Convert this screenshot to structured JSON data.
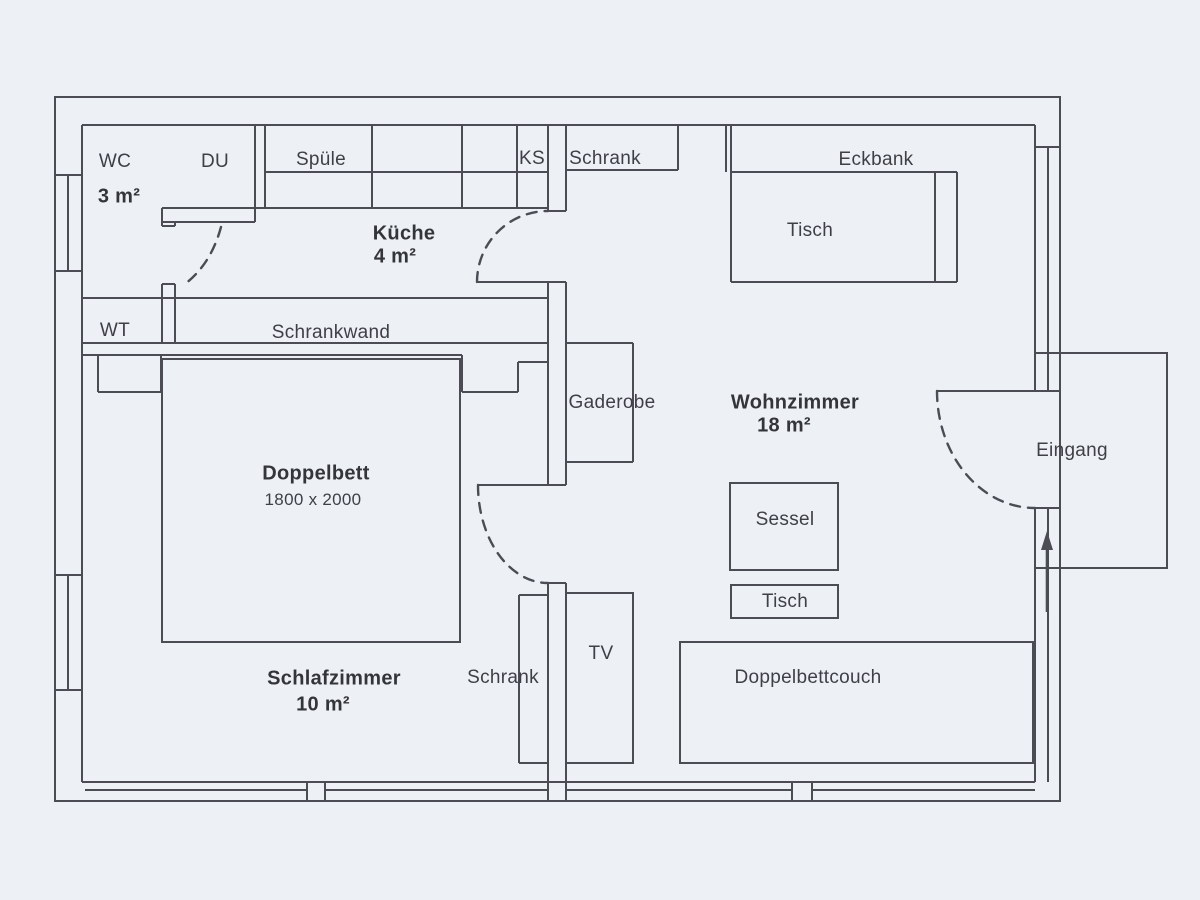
{
  "document": {
    "kind": "apartment-floor-plan"
  },
  "colors": {
    "paper": "#edf1f6",
    "canvas": "#f2f4f8",
    "line": "#4b4c54",
    "text": "#3f4047",
    "text-bold": "#34353b"
  },
  "rooms": {
    "bad": {
      "label": "WC",
      "area": "3 m²",
      "fixtures": {
        "shower": "DU",
        "washbasin": "WT"
      }
    },
    "kueche": {
      "label": "Küche",
      "area": "4 m²",
      "fixtures": {
        "sink": "Spüle",
        "fridge": "KS"
      }
    },
    "flur": {
      "fixtures": {
        "wall_closet": "Schrankwand",
        "wardrobe": "Gaderobe"
      }
    },
    "wohnzimmer": {
      "label": "Wohnzimmer",
      "area": "18 m²",
      "fixtures": {
        "closet": "Schrank",
        "corner_bench": "Eckbank",
        "dining_table": "Tisch",
        "armchair": "Sessel",
        "coffee_table": "Tisch",
        "sofa_bed": "Doppelbettcouch"
      }
    },
    "schlafzimmer": {
      "label": "Schlafzimmer",
      "area": "10 m²",
      "fixtures": {
        "double_bed": "Doppelbett",
        "bed_size": "1800 x 2000",
        "closet": "Schrank",
        "tv": "TV"
      }
    },
    "eingang": {
      "label": "Eingang"
    }
  }
}
